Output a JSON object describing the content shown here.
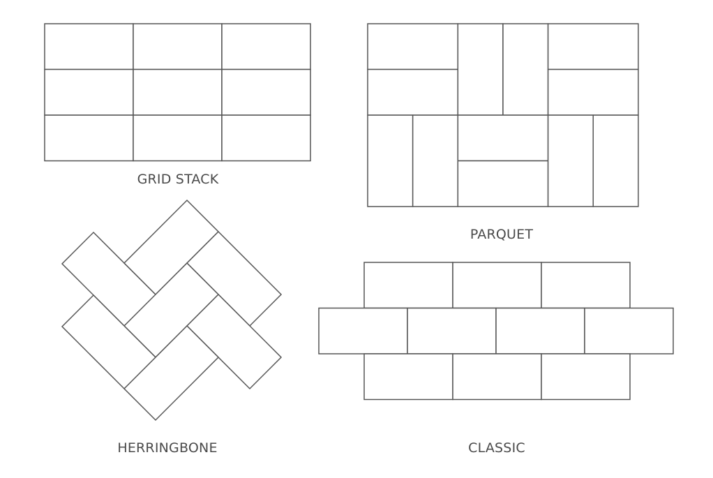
{
  "patterns": [
    {
      "id": "grid-stack",
      "label": "GRID STACK"
    },
    {
      "id": "parquet",
      "label": "PARQUET"
    },
    {
      "id": "herringbone",
      "label": "HERRINGBONE"
    },
    {
      "id": "classic",
      "label": "CLASSIC"
    }
  ],
  "colors": {
    "tile_stroke": "#555555",
    "tile_fill": "#ffffff",
    "label": "#4a4a4a",
    "background": "#ffffff"
  }
}
